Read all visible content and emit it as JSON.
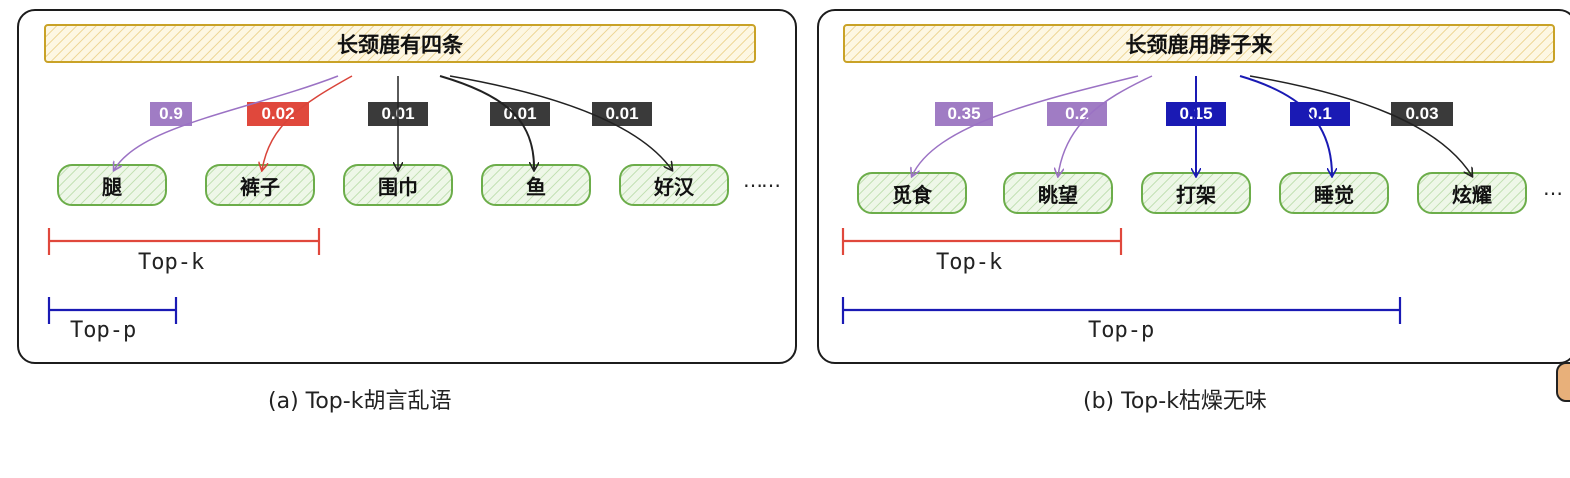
{
  "panel_a": {
    "prompt": "长颈鹿有四条",
    "candidates": [
      {
        "token": "腿",
        "prob": "0.9",
        "color": "#a07cc4"
      },
      {
        "token": "裤子",
        "prob": "0.02",
        "color": "#e0483c"
      },
      {
        "token": "围巾",
        "prob": "0.01",
        "color": "#3a3a3a"
      },
      {
        "token": "鱼",
        "prob": "0.01",
        "color": "#3a3a3a"
      },
      {
        "token": "好汉",
        "prob": "0.01",
        "color": "#3a3a3a"
      }
    ],
    "ellipsis": "……",
    "top_k_label": "Top-k",
    "top_p_label": "Top-p",
    "caption": "(a) Top-k胡言乱语"
  },
  "panel_b": {
    "prompt": "长颈鹿用脖子来",
    "candidates": [
      {
        "token": "觅食",
        "prob": "0.35",
        "color": "#a07cc4"
      },
      {
        "token": "眺望",
        "prob": "0.2",
        "color": "#a07cc4"
      },
      {
        "token": "打架",
        "prob": "0.15",
        "color": "#1a1ab4"
      },
      {
        "token": "睡觉",
        "prob": "0.1",
        "color": "#1a1ab4"
      },
      {
        "token": "炫耀",
        "prob": "0.03",
        "color": "#3a3a3a"
      }
    ],
    "ellipsis": "…",
    "top_k_label": "Top-k",
    "top_p_label": "Top-p",
    "caption": "(b) Top-k枯燥无味"
  },
  "colors": {
    "top_k": "#e0483c",
    "top_p": "#1a1ab4",
    "prompt_border": "#c9a227",
    "token_border": "#6cad4a"
  }
}
